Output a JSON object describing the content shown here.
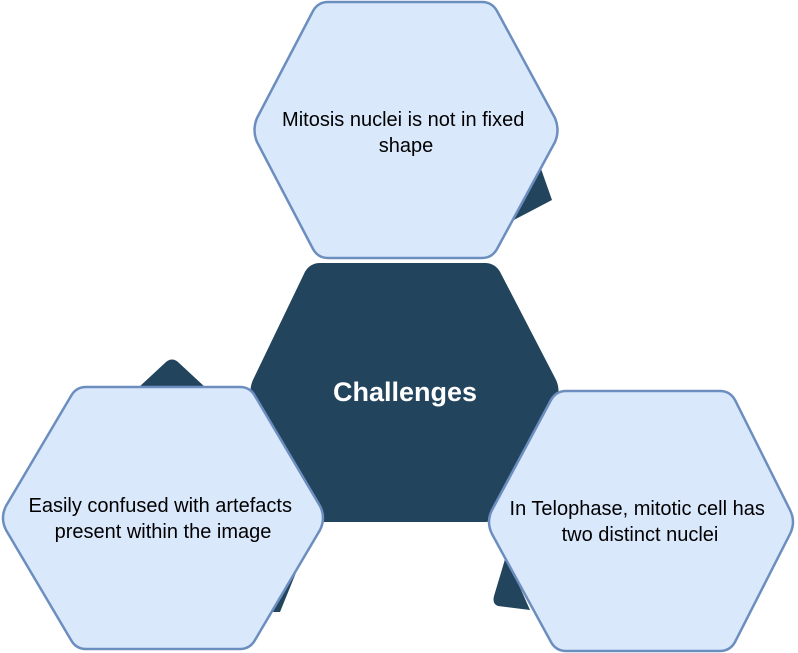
{
  "diagram": {
    "center": {
      "label": "Challenges"
    },
    "nodes": [
      {
        "id": "top",
        "lines": [
          "Mitosis nuclei is not in fixed",
          "shape"
        ]
      },
      {
        "id": "left",
        "lines": [
          "Easily confused with artefacts",
          "present within the image"
        ]
      },
      {
        "id": "right",
        "lines": [
          "In Telophase, mitotic cell has",
          "two distinct nuclei"
        ]
      }
    ],
    "colors": {
      "node_fill": "#dae8fc",
      "node_stroke": "#6c8ebf",
      "center_fill": "#23445d",
      "center_text": "#ffffff",
      "connector": "#23445d"
    }
  }
}
